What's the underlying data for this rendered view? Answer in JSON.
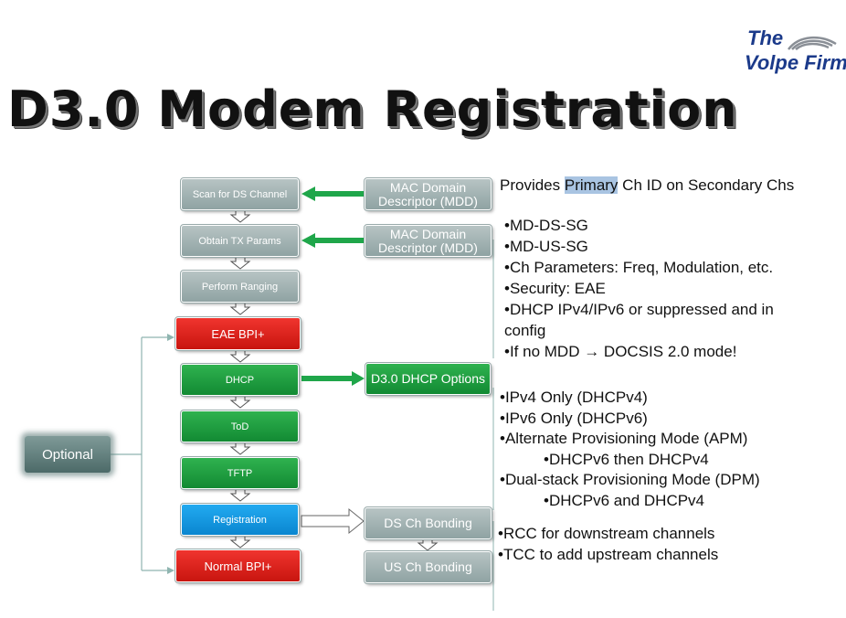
{
  "logo": {
    "line1": "The",
    "line2": "Volpe Firm"
  },
  "title": "D3.0 Modem Registration",
  "flow": [
    {
      "label": "Scan for DS Channel"
    },
    {
      "label": "Obtain TX Params"
    },
    {
      "label": "Perform Ranging"
    },
    {
      "label": "EAE BPI+"
    },
    {
      "label": "DHCP"
    },
    {
      "label": "ToD"
    },
    {
      "label": "TFTP"
    },
    {
      "label": "Registration"
    },
    {
      "label": "Normal BPI+"
    }
  ],
  "side_boxes": {
    "mdd1": "MAC Domain Descriptor (MDD)",
    "mdd2": "MAC Domain Descriptor (MDD)",
    "dhcp_options": "D3.0 DHCP Options",
    "ds_bonding": "DS Ch Bonding",
    "us_bonding": "US Ch Bonding"
  },
  "optional_label": "Optional",
  "notes": {
    "mdd1_pre": "Provides ",
    "mdd1_highlight": "Primary",
    "mdd1_post": " Ch ID on Secondary Chs",
    "mdd2": [
      "•MD-DS-SG",
      "•MD-US-SG",
      "•Ch Parameters: Freq, Modulation, etc.",
      "•Security: EAE",
      "•DHCP IPv4/IPv6 or suppressed and in",
      "config",
      "•If no MDD → DOCSIS 2.0 mode!"
    ],
    "dhcp": [
      "•IPv4 Only (DHCPv4)",
      "•IPv6 Only (DHCPv6)",
      "•Alternate Provisioning Mode (APM)",
      "•DHCPv6 then DHCPv4",
      "•Dual-stack Provisioning Mode (DPM)",
      "•DHCPv6 and DHCPv4"
    ],
    "bonding": [
      "•RCC for downstream channels",
      "•TCC to add upstream channels"
    ]
  },
  "colors": {
    "gray_box": "#9fb1b1",
    "green_box": "#1f9e3f",
    "red_box": "#e0231d",
    "blue_box": "#129bea",
    "arrow_green": "#1fa64a",
    "highlight": "#a9c4e2"
  }
}
